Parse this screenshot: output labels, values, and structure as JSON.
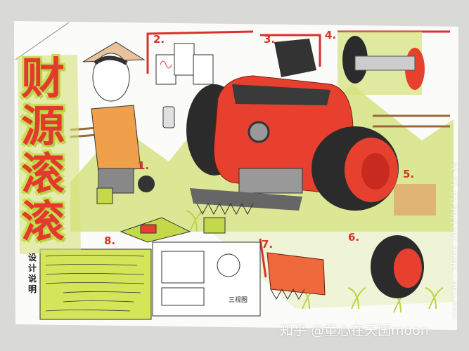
{
  "poster": {
    "title_chars": [
      "财",
      "源",
      "滚",
      "滚"
    ],
    "design_notes_heading": "设计说明",
    "section_numbers": [
      "1.",
      "2.",
      "3.",
      "4.",
      "5.",
      "6.",
      "7.",
      "8."
    ],
    "three_view_label": "三视图"
  },
  "overlay": {
    "watermark": "知乎 @童心在天国moon",
    "camera_stamp": "vivo X60 · ZEISS  2021/05/19 16:36"
  },
  "colors": {
    "paper": "#fbfbf9",
    "background": "#d9d9d6",
    "title_red": "#e43a2c",
    "accent_green": "#c4d94a",
    "machine_red": "#e8402e",
    "tire_black": "#2b2b2b"
  }
}
